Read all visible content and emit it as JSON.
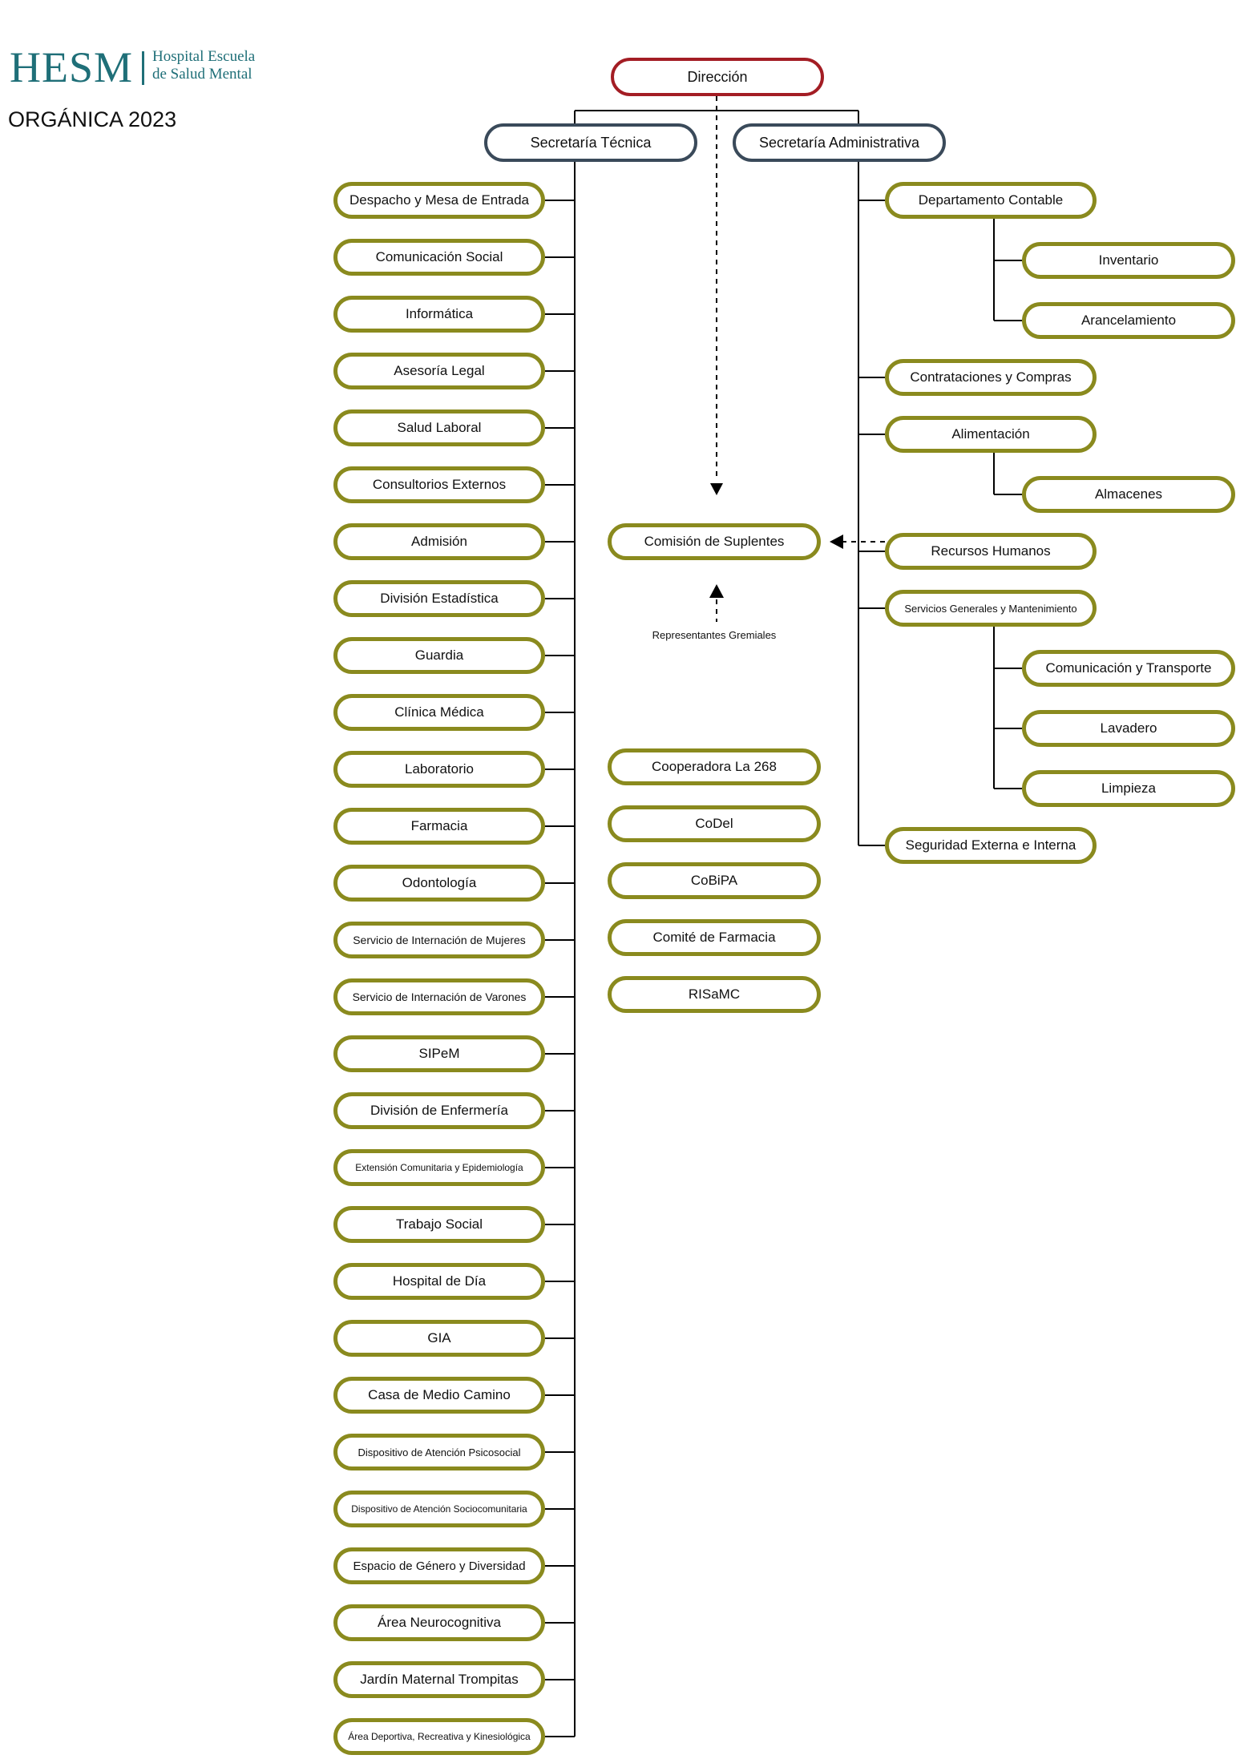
{
  "header": {
    "logo_mark": "HESM",
    "logo_name_line1": "Hospital Escuela",
    "logo_name_line2": "de Salud Mental",
    "subtitle": "ORGÁNICA 2023"
  },
  "colors": {
    "direction_border": "#a31d24",
    "secretary_border": "#3a4a5a",
    "unit_border": "#8a8a1e",
    "line": "#000000",
    "brand": "#1f6f78"
  },
  "direction": {
    "label": "Dirección"
  },
  "secretarias": {
    "tecnica": "Secretaría Técnica",
    "administrativa": "Secretaría Administrativa"
  },
  "technical_units": [
    "Despacho y Mesa de Entrada",
    "Comunicación Social",
    "Informática",
    "Asesoría Legal",
    "Salud Laboral",
    "Consultorios Externos",
    "Admisión",
    "División Estadística",
    "Guardia",
    "Clínica Médica",
    "Laboratorio",
    "Farmacia",
    "Odontología",
    "Servicio de Internación de Mujeres",
    "Servicio de Internación de Varones",
    "SIPeM",
    "División de Enfermería",
    "Extensión Comunitaria y Epidemiología",
    "Trabajo Social",
    "Hospital de Día",
    "GIA",
    "Casa de Medio Camino",
    "Dispositivo de Atención Psicosocial",
    "Dispositivo de Atención Sociocomunitaria",
    "Espacio de Género y Diversidad",
    "Área Neurocognitiva",
    "Jardín Maternal Trompitas",
    "Área Deportiva, Recreativa y Kinesiológica"
  ],
  "administrative_units": [
    {
      "label": "Departamento Contable",
      "children": [
        "Inventario",
        "Arancelamiento"
      ]
    },
    {
      "label": "Contrataciones y Compras",
      "children": []
    },
    {
      "label": "Alimentación",
      "children": [
        "Almacenes"
      ]
    },
    {
      "label": "Recursos Humanos",
      "children": []
    },
    {
      "label": "Servicios Generales y Mantenimiento",
      "children": [
        "Comunicación y Transporte",
        "Lavadero",
        "Limpieza"
      ]
    },
    {
      "label": "Seguridad Externa e Interna",
      "children": []
    }
  ],
  "commission": {
    "label": "Comisión de Suplentes",
    "note": "Representantes Gremiales"
  },
  "committees": [
    "Cooperadora La 268",
    "CoDel",
    "CoBiPA",
    "Comité de Farmacia",
    "RISaMC"
  ]
}
